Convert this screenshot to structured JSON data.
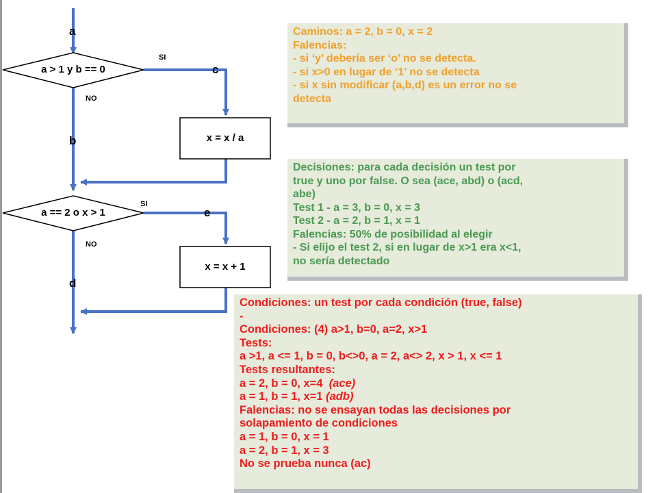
{
  "flowchart": {
    "path_labels": {
      "a": "a",
      "b": "b",
      "c": "c",
      "d": "d",
      "e": "e"
    },
    "decision1": "a > 1 y b == 0",
    "decision2": "a == 2 o x > 1",
    "yes_label": "SI",
    "no_label": "NO",
    "process1": "x = x / a",
    "process2": "x = x + 1",
    "colors": {
      "arrow": "#4a72c4",
      "box_border": "#000000"
    }
  },
  "notes": [
    {
      "color": "#f0a02c",
      "lines": [
        "Caminos: a = 2, b = 0, x = 2",
        "Falencias:",
        "- si ‘y’ debería ser ‘o’ no se detecta.",
        "- si x>0 en lugar de ‘1’ no se detecta",
        "- si x sin modificar (a,b,d) es un error no se",
        "detecta"
      ]
    },
    {
      "color": "#4a9a50",
      "lines": [
        "Decisiones: para cada decisión un test por",
        "true y uno por false. O sea  (ace, abd) o (acd,",
        "abe)",
        "Test 1 - a = 3, b = 0, x = 3",
        "Test 2 - a = 2, b = 1, x = 1",
        "Falencias: 50% de posibilidad al elegir",
        "- Si elijo el test 2, si en lugar de x>1 era x<1,",
        "no sería detectado"
      ]
    },
    {
      "color": "#ee1c1c",
      "lines": [
        "Condiciones: un test por cada condición (true, false)",
        "-",
        "Condiciones: (4) a>1, b=0, a=2, x>1",
        "Tests:",
        "a >1, a <= 1, b = 0, b<>0, a = 2, a<> 2, x > 1, x <= 1",
        "Tests resultantes:",
        "a = 2, b = 0, x=4",
        "(ace)",
        "a = 1, b = 1, x=1",
        "(adb)",
        "Falencias: no se ensayan todas las decisiones por",
        "solapamiento de condiciones",
        "a = 1, b = 0, x = 1",
        "a = 2, b = 1, x = 3",
        "No se prueba nunca (ac)"
      ]
    }
  ]
}
